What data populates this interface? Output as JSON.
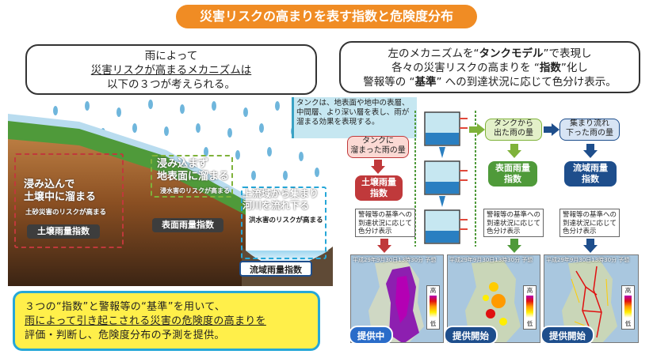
{
  "title": "災害リスクの高まりを表す指数と危険度分布",
  "left_bubble": {
    "line1": "雨によって",
    "line2": "災害リスクが高まるメカニズムは",
    "line3": "以下の３つが考えられる。"
  },
  "right_bubble": {
    "l1a": "左のメカニズムを“",
    "l1b": "タンクモデル",
    "l1c": "”で表現し",
    "l2a": "各々の災害リスクの高まりを “",
    "l2b": "指数",
    "l2c": "”化し",
    "l3a": "警報等の “",
    "l3b": "基準",
    "l3c": "” への到達状況に応じて色分け表示。"
  },
  "tank_note": "タンクは、地表面や地中の表層、中間層、より深い層を表し、雨が溜まる効果を表現する。",
  "mechanisms": {
    "soil": {
      "l1": "浸み込んで",
      "l2": "土壌中に溜まる",
      "sub": "土砂災害のリスクが高まる",
      "index": "土壌雨量指数"
    },
    "surface": {
      "l1": "浸み込まず",
      "l2": "地表面に溜まる",
      "sub": "浸水害のリスクが高まる",
      "index": "表面雨量指数"
    },
    "flow": {
      "l1": "上流域から集まり",
      "l2": "河川を流れ下る",
      "sub": "洪水害のリスクが高まる",
      "index": "流域雨量指数"
    }
  },
  "columns": [
    {
      "cap1": "タンクに",
      "cap2": "溜まった雨の量",
      "idx1": "土壌雨量",
      "idx2": "指数",
      "status": "提供中"
    },
    {
      "cap1": "タンクから",
      "cap2": "出た雨の量",
      "idx1": "表面雨量",
      "idx2": "指数",
      "status": "提供開始"
    },
    {
      "cap1": "集まり流れ",
      "cap2": "下った雨の量",
      "idx1": "流域雨量",
      "idx2": "指数",
      "status": "提供開始"
    }
  ],
  "warning_desc": {
    "l1": "警報等の基準への",
    "l2": "到達状況に応じて",
    "l3": "色分け表示"
  },
  "map_title": "平成29年9月30日13時30分 予想",
  "legend": {
    "high": "高",
    "low": "低"
  },
  "bottom": {
    "l1": "３つの“指数”と警報等の“基準”を用いて、",
    "l2": "雨によって引き起こされる災害の危険度の高まりを",
    "l3": "評価・判断し、危険度分布の予測を提供。"
  },
  "colors": {
    "title": "#f08c24",
    "soil": "#c0393b",
    "surface": "#7fb23a",
    "flow": "#1e4e8c",
    "bottom_bg": "#ffef4a",
    "bottom_border": "#26a7d8"
  }
}
